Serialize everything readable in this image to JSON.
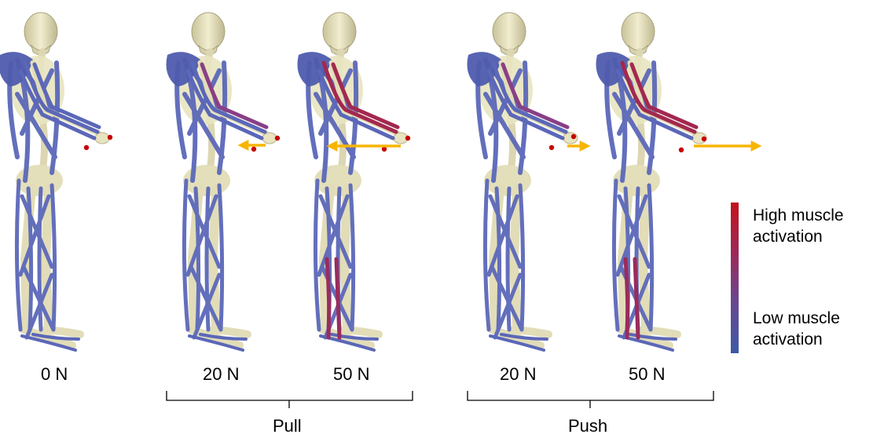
{
  "panels": [
    {
      "force_label": "0 N"
    },
    {
      "force_label": "20 N"
    },
    {
      "force_label": "50 N"
    },
    {
      "force_label": "20 N"
    },
    {
      "force_label": "50 N"
    }
  ],
  "groups": {
    "pull_label": "Pull",
    "push_label": "Push"
  },
  "legend": {
    "high_line1": "High muscle",
    "high_line2": "activation",
    "low_line1": "Low muscle",
    "low_line2": "activation"
  },
  "colors": {
    "muscle_low": "#5b67b8",
    "muscle_high": "#b02a45",
    "bone": "#e8e4c0",
    "arrow": "#f7b500",
    "marker": "#c80000"
  }
}
